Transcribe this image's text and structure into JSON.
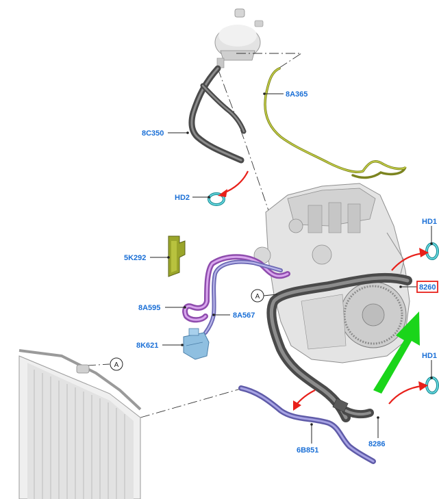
{
  "callouts": {
    "c8a365": "8A365",
    "c8c350": "8C350",
    "hd2": "HD2",
    "hd1_top": "HD1",
    "hd1_bottom": "HD1",
    "c5k292": "5K292",
    "c8260": "8260",
    "c8a595": "8A595",
    "c8a567": "8A567",
    "c8k621": "8K621",
    "c6b851": "6B851",
    "c8286": "8286"
  },
  "references": {
    "engine_a": "A",
    "radiator_a": "A"
  },
  "colors": {
    "callout_text": "#1a6fd6",
    "highlight_box": "#e8201a",
    "arrow_red": "#e8201a",
    "arrow_green": "#1ad51a",
    "hose_dark": "#4a4a4a",
    "hose_purple": "#c07ad9",
    "hose_lavender": "#9a96d8",
    "hose_yellow_green": "#b8c23a",
    "clamp_cyan": "#2fc1c9",
    "bracket_olive": "#9aa52a"
  }
}
